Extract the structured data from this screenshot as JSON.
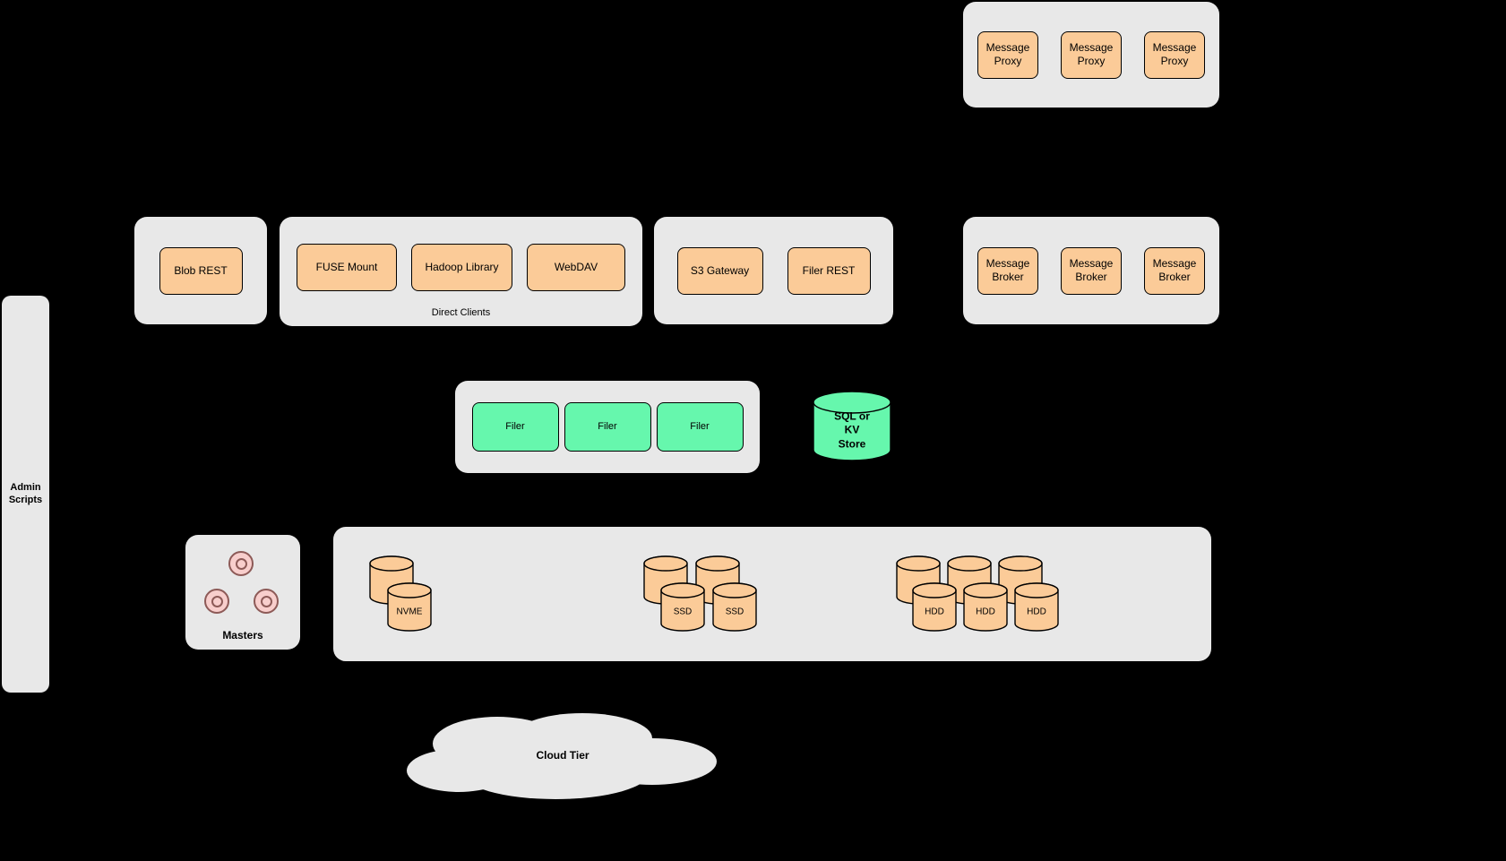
{
  "colors": {
    "background": "#000000",
    "container_fill": "#e8e8e8",
    "node_fill_orange": "#fbcb98",
    "node_fill_green": "#66f7ad",
    "master_fill_pink": "#f8cecc",
    "stroke": "#000000"
  },
  "groups": {
    "message_proxy": {
      "nodes": [
        "Message\nProxy",
        "Message\nProxy",
        "Message\nProxy"
      ]
    },
    "blob_rest": {
      "nodes": [
        "Blob REST"
      ]
    },
    "direct_clients": {
      "caption": "Direct Clients",
      "nodes": [
        "FUSE Mount",
        "Hadoop Library",
        "WebDAV"
      ]
    },
    "gateways": {
      "nodes": [
        "S3 Gateway",
        "Filer REST"
      ]
    },
    "message_broker": {
      "nodes": [
        "Message\nBroker",
        "Message\nBroker",
        "Message\nBroker"
      ]
    },
    "admin_scripts": {
      "label": "Admin\nScripts"
    },
    "filers": {
      "nodes": [
        "Filer",
        "Filer",
        "Filer"
      ]
    },
    "sql_kv_store": {
      "label": "SQL or KV\nStore"
    },
    "masters": {
      "label": "Masters",
      "node_count": 3
    },
    "volume_servers": {
      "nvme": {
        "label": "NVME",
        "disk_count": 2
      },
      "ssd": {
        "labels": [
          "SSD",
          "SSD"
        ],
        "disk_count": 4
      },
      "hdd": {
        "labels": [
          "HDD",
          "HDD",
          "HDD"
        ],
        "disk_count": 6
      }
    },
    "cloud_tier": {
      "label": "Cloud Tier"
    }
  }
}
